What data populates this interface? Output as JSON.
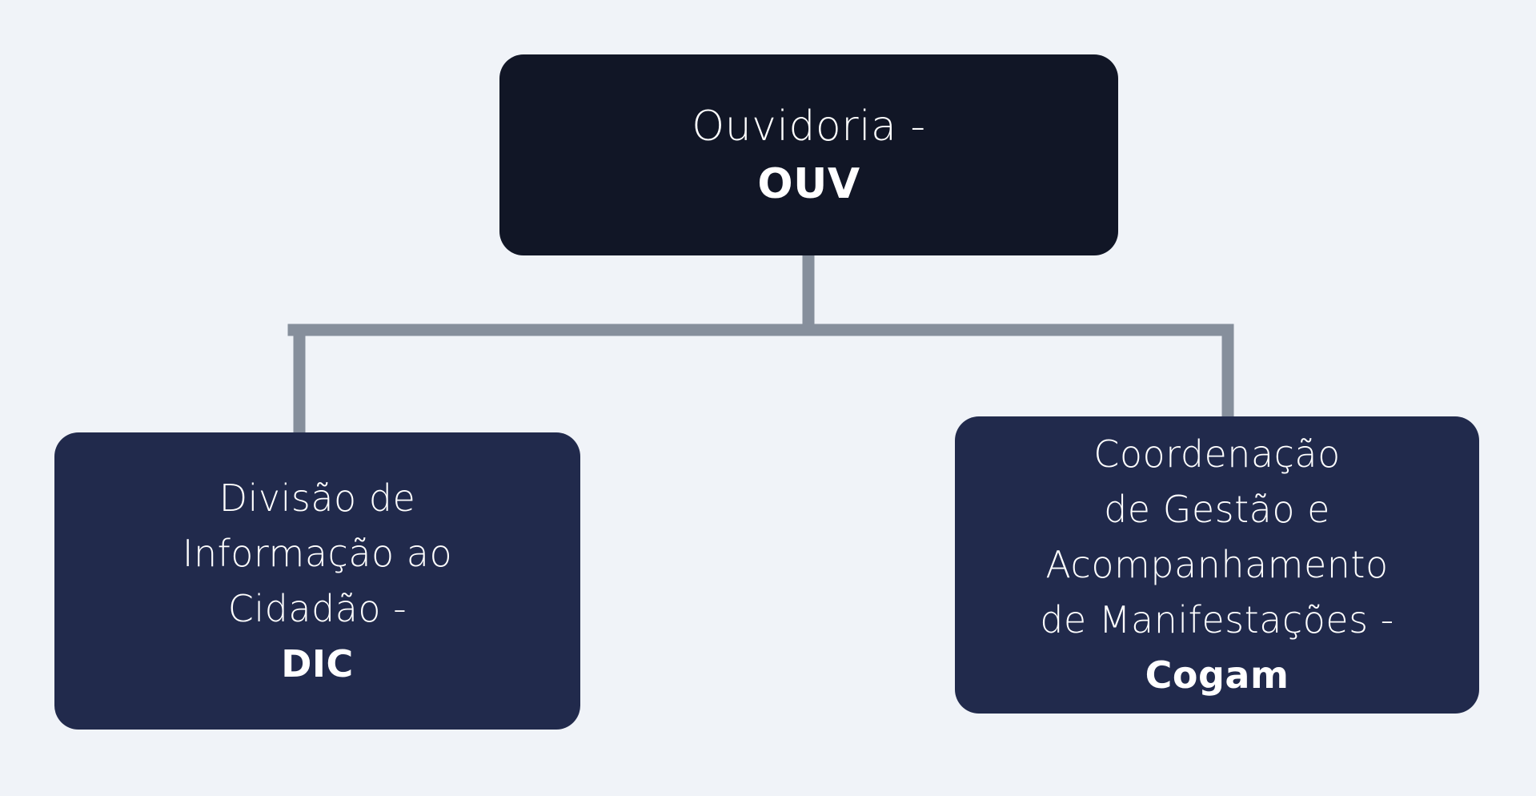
{
  "diagram": {
    "root": {
      "label_lines": [
        "Ouvidoria -"
      ],
      "abbreviation": "OUV"
    },
    "children": [
      {
        "label_lines": [
          "Divisão de",
          "Informação ao",
          "Cidadão -"
        ],
        "abbreviation": "DIC"
      },
      {
        "label_lines": [
          "Coordenação",
          "de Gestão e",
          "Acompanhamento",
          "de Manifestações -"
        ],
        "abbreviation": "Cogam"
      }
    ],
    "colors": {
      "background": "#f0f3f8",
      "root_fill": "#111626",
      "child_fill": "#212a4c",
      "connector": "#868f9c",
      "text": "#ffffff"
    }
  }
}
